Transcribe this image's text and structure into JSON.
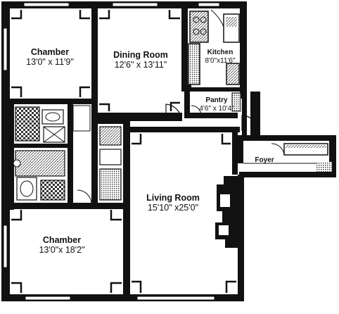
{
  "rooms": {
    "chamber_top": {
      "name": "Chamber",
      "size": "13'0\" x 11'9\""
    },
    "dining_room": {
      "name": "Dining Room",
      "size": "12'6\" x 13'11\""
    },
    "kitchen": {
      "name": "Kitchen",
      "size": "8'0\"x11'6\""
    },
    "pantry": {
      "name": "Pantry",
      "size": "4'6\" x 10'4\""
    },
    "foyer": {
      "name": "Foyer"
    },
    "living_room": {
      "name": "Living Room",
      "size": "15'10\" x25'0\""
    },
    "chamber_bottom": {
      "name": "Chamber",
      "size": "13'0\"x 18'2\""
    }
  },
  "colors": {
    "wall": "#111111",
    "hatch": "#555555",
    "background": "#ffffff"
  }
}
